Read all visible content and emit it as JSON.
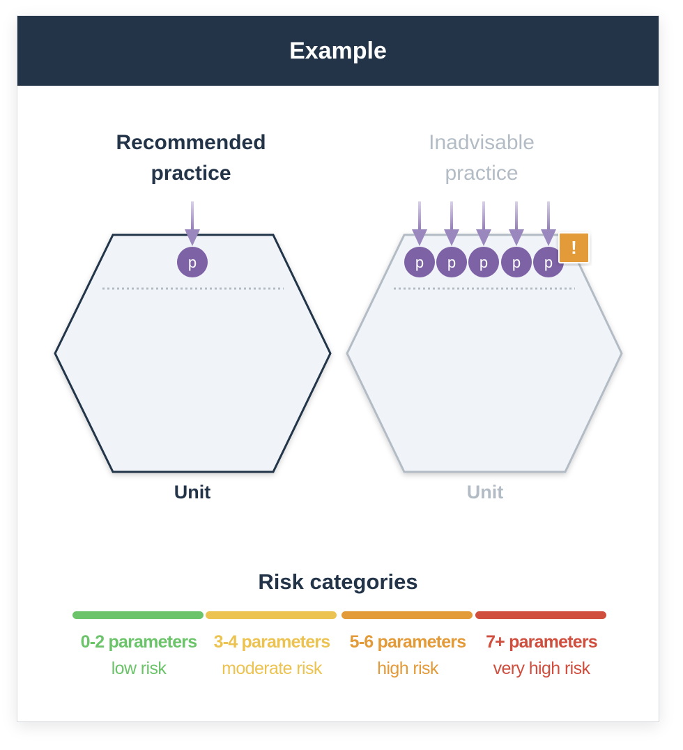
{
  "header": {
    "title": "Example"
  },
  "recommended": {
    "title_line1": "Recommended",
    "title_line2": "practice",
    "parameter_label": "p",
    "parameter_count": 1,
    "unit_label": "Unit"
  },
  "inadvisable": {
    "title_line1": "Inadvisable",
    "title_line2": "practice",
    "parameter_label": "p",
    "parameter_count": 5,
    "warning_symbol": "!",
    "unit_label": "Unit"
  },
  "risk": {
    "title": "Risk categories",
    "categories": [
      {
        "params": "0-2 parameters",
        "level": "low risk",
        "color": "#6cc46a"
      },
      {
        "params": "3-4 parameters",
        "level": "moderate risk",
        "color": "#ecc350"
      },
      {
        "params": "5-6 parameters",
        "level": "high risk",
        "color": "#e39a38"
      },
      {
        "params": "7+ parameters",
        "level": "very high risk",
        "color": "#cf4e3e"
      }
    ]
  },
  "colors": {
    "header_bg": "#233449",
    "dark_text": "#233449",
    "muted_text": "#b3bcc5",
    "hexagon_fill": "#f0f3f8",
    "hexagon_stroke_dark": "#233449",
    "hexagon_stroke_muted": "#b3bcc5",
    "parameter_purple": "#7e62a6",
    "arrow_purple": "#9a87bd",
    "warning_orange": "#e39a38"
  }
}
